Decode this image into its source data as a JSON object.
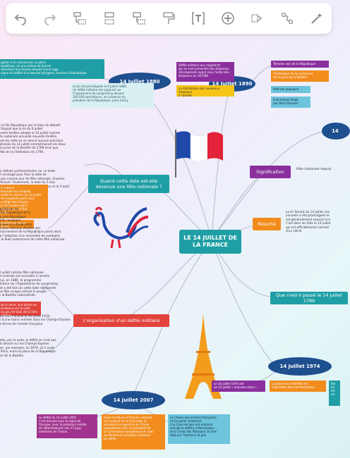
{
  "toolbar": {
    "tools": [
      "undo-icon",
      "redo-icon",
      "insert-child-icon",
      "insert-sibling-icon",
      "insert-parent-icon",
      "format-painter-icon",
      "insert-text-icon",
      "add-icon",
      "relationship-icon",
      "connection-icon",
      "magic-icon"
    ]
  },
  "center": {
    "title": "LE 14 JUILLET DE LA FRANCE"
  },
  "colors": {
    "navy": "#1e4f8f",
    "teal": "#1f9fa5",
    "purple": "#8a2f9d",
    "orange": "#f28c1c",
    "red": "#e2433c",
    "yellow": "#f6c417",
    "cyan": "#6cc4dd",
    "magenta": "#a2338e"
  },
  "ovals": {
    "d1880": "14 Juillet 1880",
    "d1890": "14 Juillet 1890",
    "d1974": "14 Juillet 1974",
    "d2007": "14 Juillet 2007",
    "d14": "14"
  },
  "topics": {
    "quand": "Quand cette date est-elle devenue une fête nationale ?",
    "signification": "Signification",
    "resume": "Résumé",
    "passe": "Que s'est-il passé le 14 juillet 1789",
    "defile": "L'organisation d'un défilé militaire"
  },
  "texts": {
    "t1880_top": "gation d'un monument, la place\népublique, où une statue de bronze\nrésentant une femme drapée d'une toge\nnique et coiffée d'un bonnet phrygien, incarne la République.",
    "t1880_law": "La loi est promulguée le 6 juillet 1880.\nUn défilé militaire est organisé sur\nl'hippodrome de Longchamp devant\n300 000 spectateurs, en présence du\nprésident de la République, Jules Grévy.",
    "t1890_a": "Défilé militaire aux régiments\nqui se sont présentés des drapeaux\nrécompensés ayant reçu l'ordre des\ndrapeaux du 14/7/80",
    "t1890_b": "La distribution des nouveaux drapeaux\nà l'armée.",
    "top_right_a": "Témoins voir de la République",
    "top_right_b": "Célébration de la centenaire\nde la prise de la Bastille",
    "top_right_c": "Petit bal populaire",
    "top_right_d": "Événement dirigé\npar Henri Daisson",
    "left_long": "us la IIIe République par le biais du député\nin Raspail que la loi du 6 juillet\nouvelle fenêtre adopte le 14 juillet comme\nfête nationale annuelle nouvelle fenêtre.\nrticle de cette loi ne donne aucune précision\nnationale du 14 juillet commémorant les deux\nit la prise de la Bastille de 1789 ainsi que\nr fête de la Fédération de 1790.",
    "left_debate": "des débats parlementaires sur ce texte\nfut envisagé pour fixer la date de\nla pas comme jour de fête nationale, d'autres\ns'élevant. Finalement, la date du 5 mai\nde la conférence des états généraux et le 4 août",
    "left_orange": "5 marque\nbouissances civiques.\nsolidé la séance du 13 juillet\nde sanglante parle sous\nconfige des troupes\nle de la place de la\nBastille puis à l'Est\njuillet.",
    "left_orange2": "passées en revue\ntrises.",
    "left_mid": "législatives de\nla IIIe République et la\nsur une République\n1879, remplacé\néjà que les républicains\nles plus radicaux étudiée des\nenracinement de la République passe alors\npar l'adoption d'un ensemble de symboles\net le biais notamment de cette fête nationale.",
    "signif_right": "Fête nationale depuis",
    "resume_right": "La loi faisant du 14 juillet une\nannuelle a été promulguée le\nest généralement associé à la\nc'est dans les faits le 14 juillet\nqui est officiellement commé\nd'un siècle.",
    "defile_left1": "14 juillet comme fête nationale\nest centrale est accordée à l'armée\nAinsi, en 1880, le programme\nmilitaire sur l'hippodrome de Longchamp.\nplet a été fait car cette date représenté\nune fête civique enlevé le peuple\nde la Bastille nationalisée.",
    "defile_left2": "de la reine, une danse ou\nlà-dessus sur la salle\nun peu de tout, de la 1ère\ncélébré.",
    "defile_left3": "date hors l'ancien le 14 juillet 1919,\nun d'une moins entrées dans les Champs-Élysées\nles forces de l'armée française.",
    "defile_left4": "notés, par la suite, le défilé ne s'est pas\nfait devant sur les Champs-Élysées\nbien, par exemple, en 1979, où il avait\nlà Paris, entre la place de la République\nlace de la Bastille.",
    "t1974_a": "Le 14 juillet 1974 est\nun 14 juillet « nouveau style ».",
    "t1974_b": "La place de la Bastille est\nl'épicentre des manifestations.",
    "t1974_c": "Em\nen\nvis\nvic",
    "t2007_a": "Le défilé du 14 juillet 2007\nc'est déroulé sous le signe de\nl'Europe, avec la présence inédite\nde détachements des 27 pays\nmembres de l'Union.",
    "t2007_b": "Dans la tribune d'honneur dressée\nsur la place de la Concorde, le\nprésident en exercice de l'Union\neuropéenne (UE), le président de\nla Commission européenne et celui\ndu Parlement européen assistent\nau défilé.",
    "t2007_c": "Le Chœur des armées françaises\net les petits chanteurs\nà la Croix de bois ont entonné\nensuite le défilé La Marseillaise\net le Chant des Partisans. Ils font\ndéjà par l'hymne à la joie."
  }
}
